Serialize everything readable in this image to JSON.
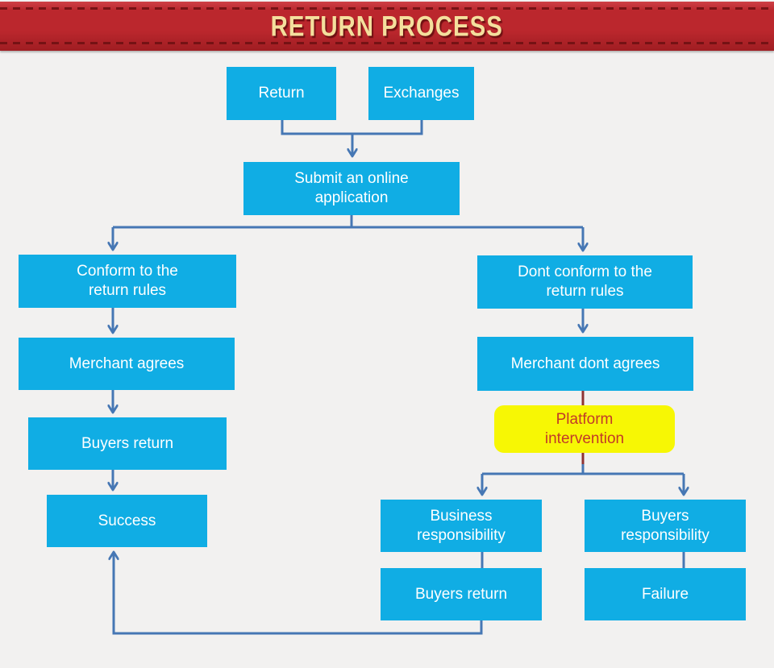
{
  "header": {
    "title": "RETURN PROCESS"
  },
  "colors": {
    "banner_red": "#bb272d",
    "banner_stitch": "#6f1012",
    "banner_title": "#f4df9d",
    "node_cyan": "#10ade4",
    "node_text": "#ffffff",
    "highlight_yellow": "#f7f704",
    "highlight_text": "#c23a28",
    "connector_blue": "#4677b4",
    "connector_dark_red": "#8e3434",
    "page_bg": "#f2f1f0"
  },
  "nodes": {
    "return": {
      "label": "Return"
    },
    "exchanges": {
      "label": "Exchanges"
    },
    "submit": {
      "label": "Submit an online\napplication"
    },
    "conform": {
      "label": "Conform to the\nreturn rules"
    },
    "dont_conform": {
      "label": "Dont conform to the\nreturn rules"
    },
    "merchant_agrees": {
      "label": "Merchant agrees"
    },
    "merchant_dont_agrees": {
      "label": "Merchant dont agrees"
    },
    "buyers_return_left": {
      "label": "Buyers return"
    },
    "platform_intervention": {
      "label": "Platform\nintervention"
    },
    "success": {
      "label": "Success"
    },
    "business_responsibility": {
      "label": "Business\nresponsibility"
    },
    "buyers_responsibility": {
      "label": "Buyers\nresponsibility"
    },
    "buyers_return_right": {
      "label": "Buyers return"
    },
    "failure": {
      "label": "Failure"
    }
  }
}
